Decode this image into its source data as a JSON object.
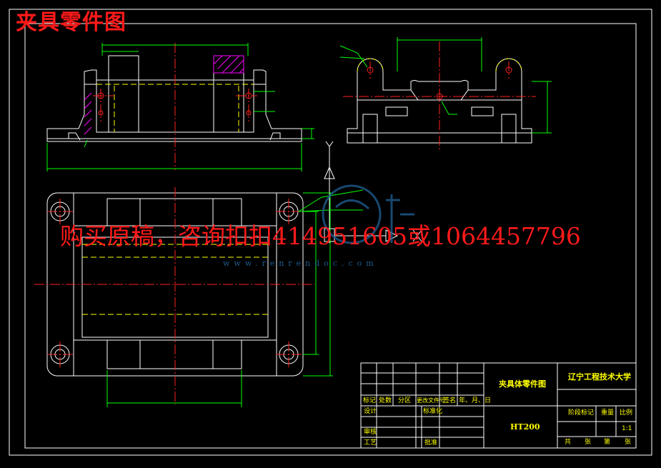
{
  "header_title": "夹具零件图",
  "watermark_text": "购买原稿，咨询扣扣414951605或1064457796",
  "watermark_url": "www.renrendoc.com",
  "axis_label": "Y",
  "title_block": {
    "drawing_name": "夹具体零件图",
    "school": "辽宁工程技术大学",
    "material": "HT200",
    "scale": "1:1",
    "header_cells": [
      "标记",
      "处数",
      "分区",
      "更改文件号",
      "签名",
      "年、月、日"
    ],
    "design_label": "设计",
    "standard_label": "标准化",
    "review_label": "审核",
    "process_label": "工艺",
    "approve_label": "批准",
    "stage_label": "阶段标记",
    "weight_label": "重量",
    "scale_label": "比例",
    "sheet_labels": [
      "共",
      "张",
      "第",
      "张"
    ]
  },
  "colors": {
    "background": "#000000",
    "outline": "#ffffff",
    "dimension": "#00ff00",
    "center_line": "#ff2020",
    "hidden_line": "#ffff00",
    "hatch": "#ff00ff",
    "title_text": "#ffff00",
    "overlay_text": "#ff1a1a"
  }
}
